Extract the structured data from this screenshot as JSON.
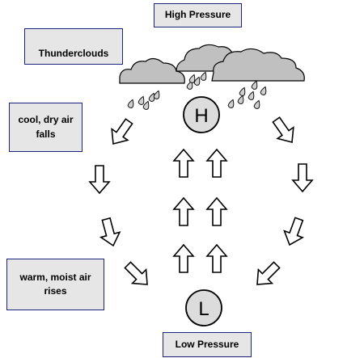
{
  "labels": {
    "high_pressure": "High Pressure",
    "thunderclouds": "Thunderclouds",
    "cool_dry_air": "cool, dry air falls",
    "warm_moist_air": "warm, moist air rises",
    "low_pressure": "Low Pressure"
  },
  "symbols": {
    "high": "H",
    "low": "L"
  },
  "colors": {
    "box_fill": "#e6e6e6",
    "box_border": "#1a237e",
    "cloud": "#c0c0c0",
    "circle": "#dcdcdc",
    "stroke": "#000000"
  },
  "icons": [
    "cloud-icon",
    "raindrop-icon",
    "arrow-up-icon",
    "arrow-down-icon",
    "arrow-diagonal-icon"
  ]
}
